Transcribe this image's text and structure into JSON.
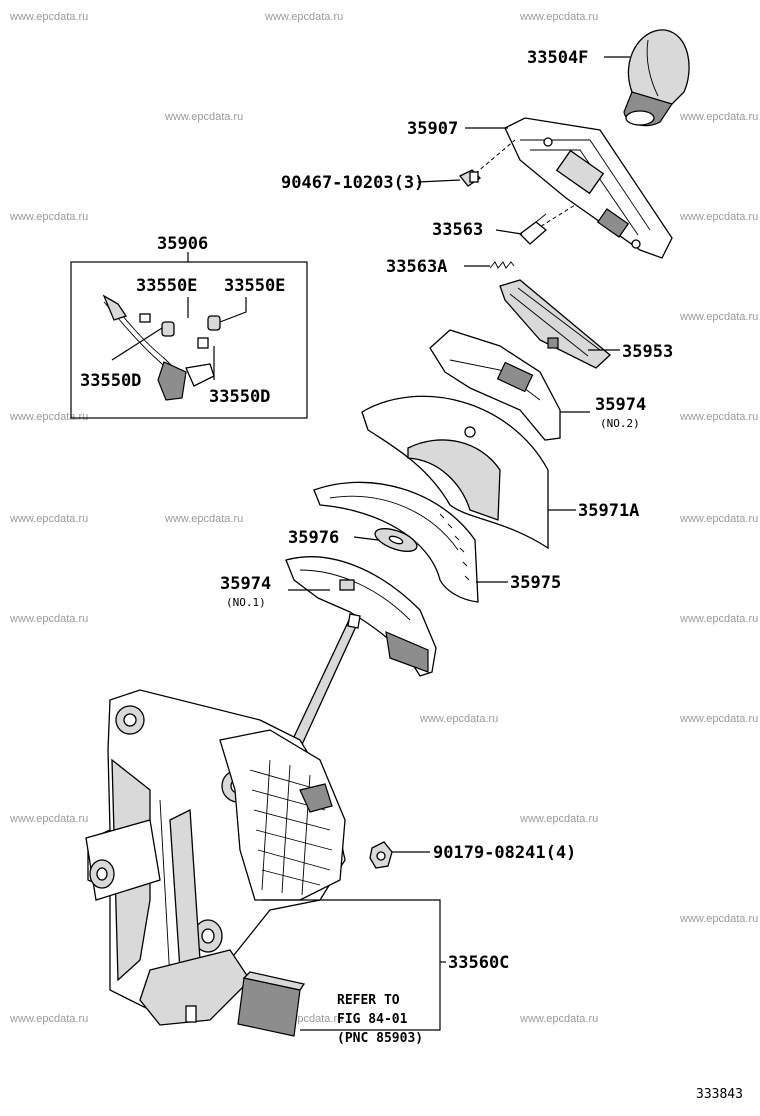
{
  "watermark": "www.epcdata.ru",
  "figure_number": "333843",
  "labels": {
    "knob": "33504F",
    "plate_upper": "35907",
    "screw": "90467-10203(3)",
    "pin": "33563",
    "spring": "33563A",
    "assy_box": "35906",
    "bulb_e1": "33550E",
    "bulb_e2": "33550E",
    "socket_d1": "33550D",
    "socket_d2": "33550D",
    "housing": "35953",
    "indicator_no2": "35974",
    "indicator_no2_sub": "(NO.2)",
    "cover": "35971A",
    "washer": "35976",
    "slide_plate": "35975",
    "indicator_no1": "35974",
    "indicator_no1_sub": "(NO.1)",
    "nut": "90179-08241(4)",
    "lever_assy": "33560C",
    "refer_line1": "REFER TO",
    "refer_line2": "FIG 84-01",
    "refer_line3": "(PNC 85903)"
  },
  "colors": {
    "line": "#000000",
    "watermark": "#9a9a9a",
    "shade": "#d9d9d9",
    "dark_shade": "#8d8d8d"
  }
}
